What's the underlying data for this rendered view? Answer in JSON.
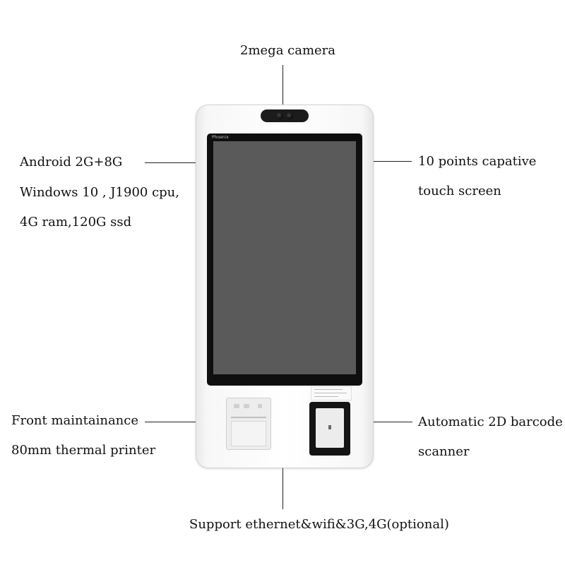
{
  "callouts": {
    "camera": "2mega camera",
    "os_left": [
      "Android 2G+8G",
      "Windows 10 , J1900 cpu,",
      "4G ram,120G ssd"
    ],
    "touch_right": [
      "10 points capative",
      "touch screen"
    ],
    "printer_left": [
      "Front maintainance",
      "80mm thermal printer"
    ],
    "scanner_right": [
      "Automatic 2D barcode",
      "scanner"
    ],
    "network": "Support ethernet&wifi&3G,4G(optional)"
  },
  "device": {
    "brand": "Phoenix"
  },
  "colors": {
    "screen": "#5a5a5a",
    "bezel": "#0f0f0f",
    "body": "#ffffff",
    "text": "#111111"
  }
}
